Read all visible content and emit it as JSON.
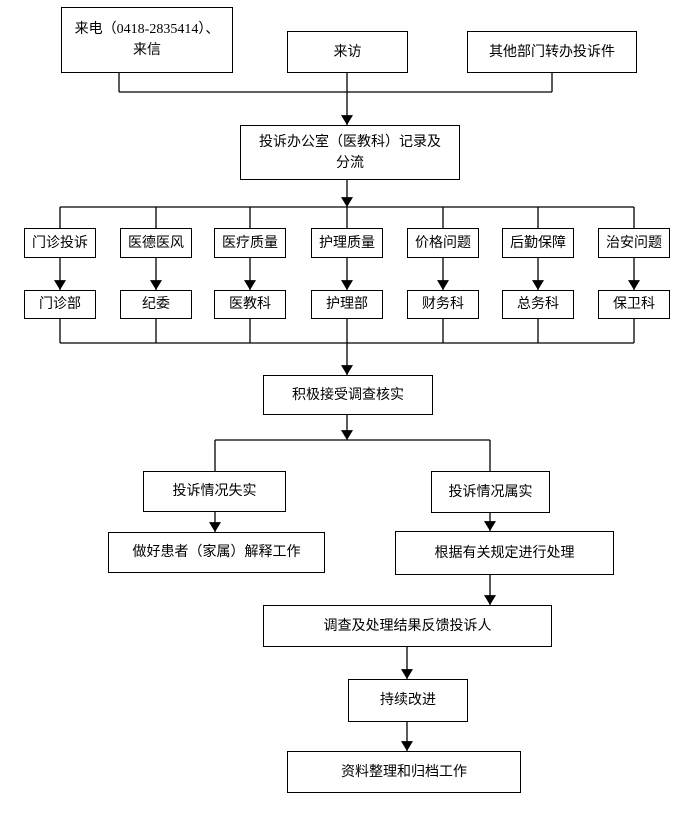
{
  "flowchart": {
    "colors": {
      "line": "#000000",
      "box_border": "#000000",
      "background": "#ffffff"
    },
    "sources": {
      "phone_letter": "来电（0418-2835414）、\n来信",
      "visit": "来访",
      "transfer": "其他部门转办投诉件"
    },
    "office": "投诉办公室（医教科）记录及\n分流",
    "branches": [
      {
        "category": "门诊投诉",
        "department": "门诊部"
      },
      {
        "category": "医德医风",
        "department": "纪委"
      },
      {
        "category": "医疗质量",
        "department": "医教科"
      },
      {
        "category": "护理质量",
        "department": "护理部"
      },
      {
        "category": "价格问题",
        "department": "财务科"
      },
      {
        "category": "后勤保障",
        "department": "总务科"
      },
      {
        "category": "治安问题",
        "department": "保卫科"
      }
    ],
    "verify": "积极接受调查核实",
    "outcome_false": "投诉情况失实",
    "outcome_true": "投诉情况属实",
    "explain": "做好患者（家属）解释工作",
    "handle": "根据有关规定进行处理",
    "feedback": "调查及处理结果反馈投诉人",
    "improve": "持续改进",
    "archive": "资料整理和归档工作",
    "edges": [
      {
        "from": "phone_letter",
        "to": "office"
      },
      {
        "from": "visit",
        "to": "office"
      },
      {
        "from": "transfer",
        "to": "office"
      },
      {
        "from": "office",
        "to": "all-categories"
      },
      {
        "from": "each-category",
        "to": "its-department"
      },
      {
        "from": "all-departments",
        "to": "verify"
      },
      {
        "from": "verify",
        "to": "outcome_false"
      },
      {
        "from": "verify",
        "to": "outcome_true"
      },
      {
        "from": "outcome_false",
        "to": "explain"
      },
      {
        "from": "outcome_true",
        "to": "handle"
      },
      {
        "from": "handle",
        "to": "feedback"
      },
      {
        "from": "feedback",
        "to": "improve"
      },
      {
        "from": "improve",
        "to": "archive"
      }
    ]
  }
}
